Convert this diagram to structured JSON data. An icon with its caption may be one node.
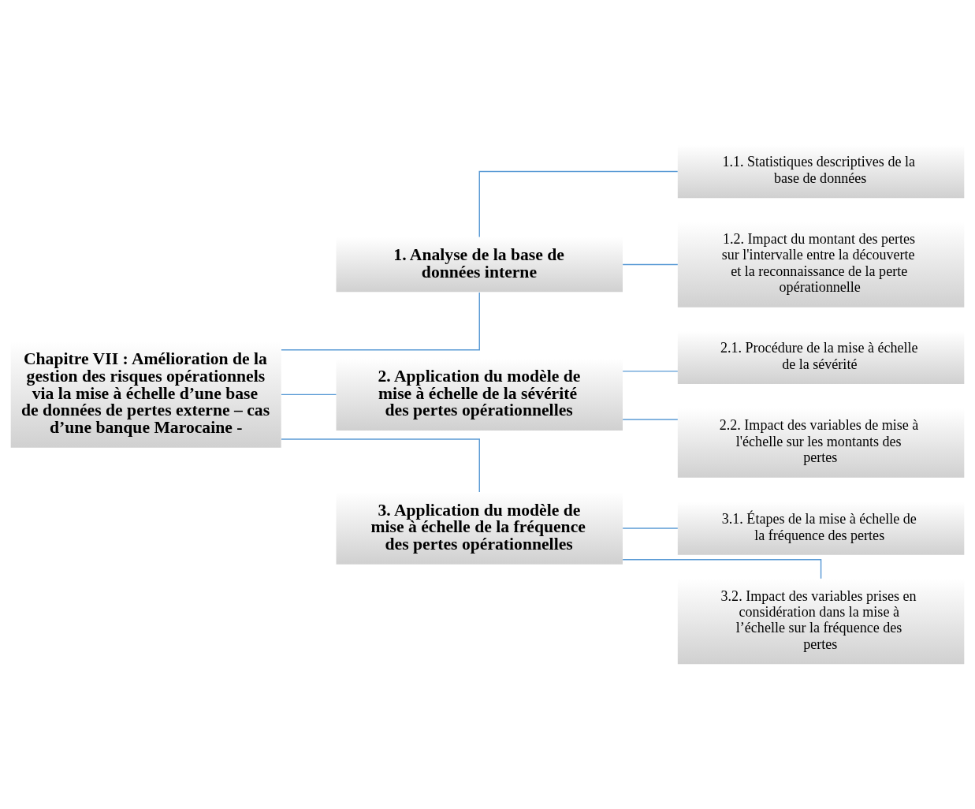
{
  "diagram": {
    "nodes": [
      {
        "text": [
          "Chapitre VII : Amélioration de la gestion des risques opérationnels via la mise à échelle d’une base de données de pertes externe – cas d’une banque Marocaine -"
        ]
      },
      {
        "text": [
          "1. Analyse de la base de données interne"
        ]
      },
      {
        "text": [
          "2. Application du modèle de mise à échelle de la sévérité des pertes opérationnelles"
        ]
      },
      {
        "text": [
          "3. Application du modèle de mise à échelle de la fréquence des pertes opérationnelles"
        ]
      },
      {
        "text": [
          "1.1. Statistiques descriptives de la base de données"
        ]
      },
      {
        "text": [
          "1.2. Impact du montant des pertes sur l'intervalle entre la découverte et la reconnaissance de la perte opérationnelle"
        ]
      },
      {
        "text": [
          "2.1. Procédure de la mise à échelle de la sévérité"
        ]
      },
      {
        "text": [
          "2.2. Impact des variables de mise à l'échelle sur les montants des pertes"
        ]
      },
      {
        "text": [
          "3.1. Étapes de la mise à échelle de la fréquence des pertes"
        ]
      },
      {
        "text": [
          "3.2. Impact des variables prises en considération dans la mise à l’échelle sur la fréquence des pertes"
        ]
      }
    ],
    "edges": [
      {
        "from": 0,
        "to": 1,
        "arrow": "none"
      },
      {
        "from": 0,
        "to": 2,
        "arrow": "none"
      },
      {
        "from": 0,
        "to": 3,
        "arrow": "none"
      },
      {
        "from": 1,
        "to": 4,
        "arrow": "none"
      },
      {
        "from": 1,
        "to": 5,
        "arrow": "none"
      },
      {
        "from": 2,
        "to": 6,
        "arrow": "none"
      },
      {
        "from": 2,
        "to": 7,
        "arrow": "none"
      },
      {
        "from": 3,
        "to": 8,
        "arrow": "none"
      },
      {
        "from": 3,
        "to": 9,
        "arrow": "none"
      }
    ]
  }
}
